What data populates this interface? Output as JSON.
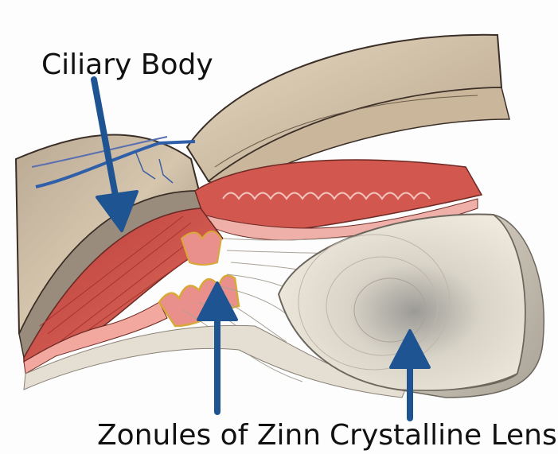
{
  "labels": {
    "ciliary_body": "Ciliary Body",
    "zonules": "Zonules of Zinn",
    "lens": "Crystalline Lens"
  },
  "colors": {
    "arrow": "#1f5493",
    "muscle": "#c9504a",
    "muscle_light": "#f0a7a0",
    "process_pink": "#e79a9a",
    "sclera": "#cdb89e",
    "cornea": "#d8c7ad",
    "lens": "#e2ddd2",
    "zonule_fibers": "#cfcac0",
    "outline": "#3a2e26"
  }
}
